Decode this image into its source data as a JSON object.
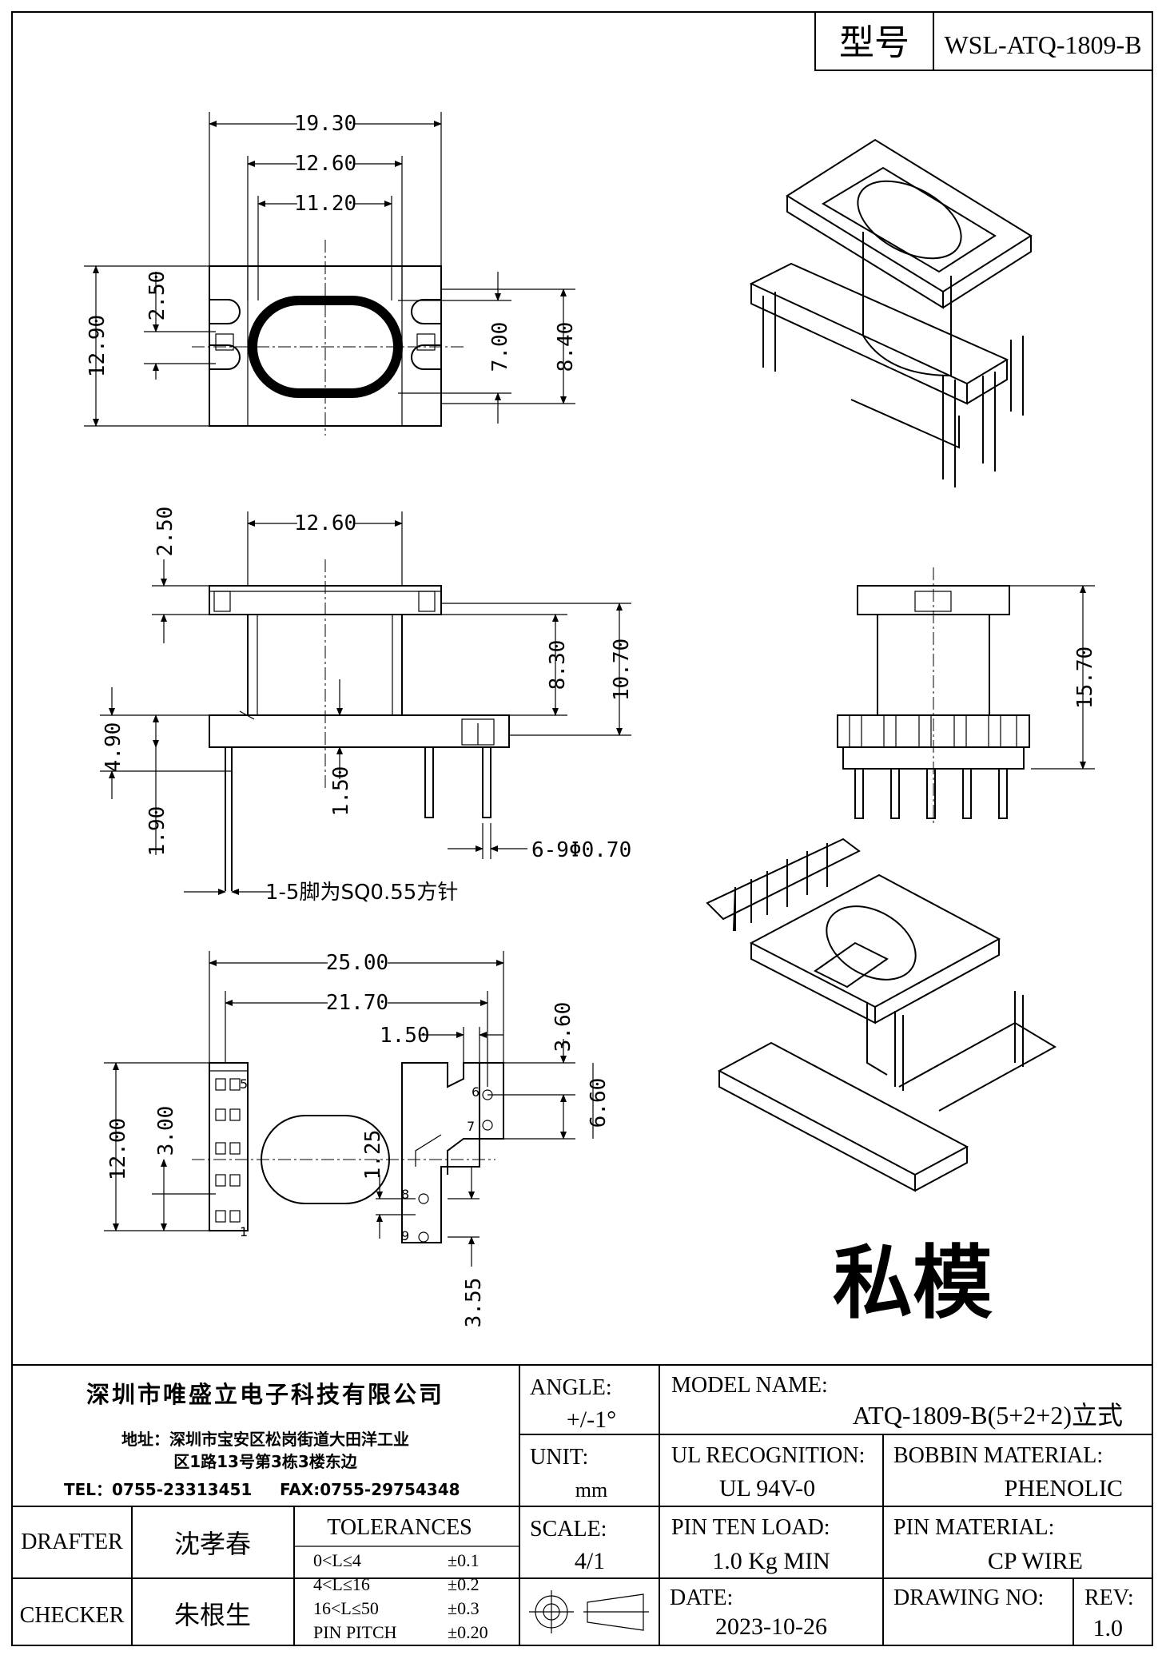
{
  "title_block": {
    "type_label": "型号",
    "type_value": "WSL-ATQ-1809-B",
    "company": "深圳市唯盛立电子科技有限公司",
    "address_line1": "地址：深圳市宝安区松岗街道大田洋工业",
    "address_line2": "区1路13号第3栋3楼东边",
    "phone": "TEL：0755-23313451",
    "fax": "FAX:0755-29754348",
    "angle_label": "ANGLE:",
    "angle_value": "+/-1°",
    "model_label": "MODEL NAME:",
    "model_value": "ATQ-1809-B(5+2+2)立式",
    "unit_label": "UNIT:",
    "unit_value": "mm",
    "ul_label": "UL RECOGNITION:",
    "ul_value": "UL 94V-0",
    "bobbin_label": "BOBBIN MATERIAL:",
    "bobbin_value": "PHENOLIC",
    "drafter_label": "DRAFTER",
    "drafter_value": "沈孝春",
    "checker_label": "CHECKER",
    "checker_value": "朱根生",
    "tolerances_label": "TOLERANCES",
    "tolerances": [
      {
        "range": "0<L≤4",
        "value": "±0.1"
      },
      {
        "range": "4<L≤16",
        "value": "±0.2"
      },
      {
        "range": "16<L≤50",
        "value": "±0.3"
      },
      {
        "range": "PIN PITCH",
        "value": "±0.20"
      }
    ],
    "scale_label": "SCALE:",
    "scale_value": "4/1",
    "pin_load_label": "PIN TEN LOAD:",
    "pin_load_value": "1.0 Kg MIN",
    "pin_material_label": "PIN MATERIAL:",
    "pin_material_value": "CP WIRE",
    "date_label": "DATE:",
    "date_value": "2023-10-26",
    "drawing_no_label": "DRAWING NO:",
    "rev_label": "REV:",
    "rev_value": "1.0"
  },
  "watermark": "私模",
  "dimensions": {
    "top_w1": "19.30",
    "top_w2": "12.60",
    "top_w3": "11.20",
    "top_h1": "12.90",
    "top_h2": "2.50",
    "top_h3": "7.00",
    "top_h4": "8.40",
    "side_w": "12.60",
    "side_h1": "2.50",
    "side_h2": "8.30",
    "side_h3": "10.70",
    "side_h4": "4.90",
    "side_h5": "1.50",
    "side_h6": "1.90",
    "pin_note1": "6-9Φ0.70",
    "pin_note2": "1-5脚为SQ0.55方针",
    "front_h": "15.70",
    "bot_w1": "25.00",
    "bot_w2": "21.70",
    "bot_w3": "1.50",
    "bot_h1": "12.00",
    "bot_h2": "3.00",
    "bot_h3": "1.25",
    "bot_h4": "3.60",
    "bot_h5": "6.60",
    "bot_h6": "3.55"
  },
  "pin_numbers": [
    "5",
    "1",
    "6",
    "7",
    "8",
    "9"
  ]
}
